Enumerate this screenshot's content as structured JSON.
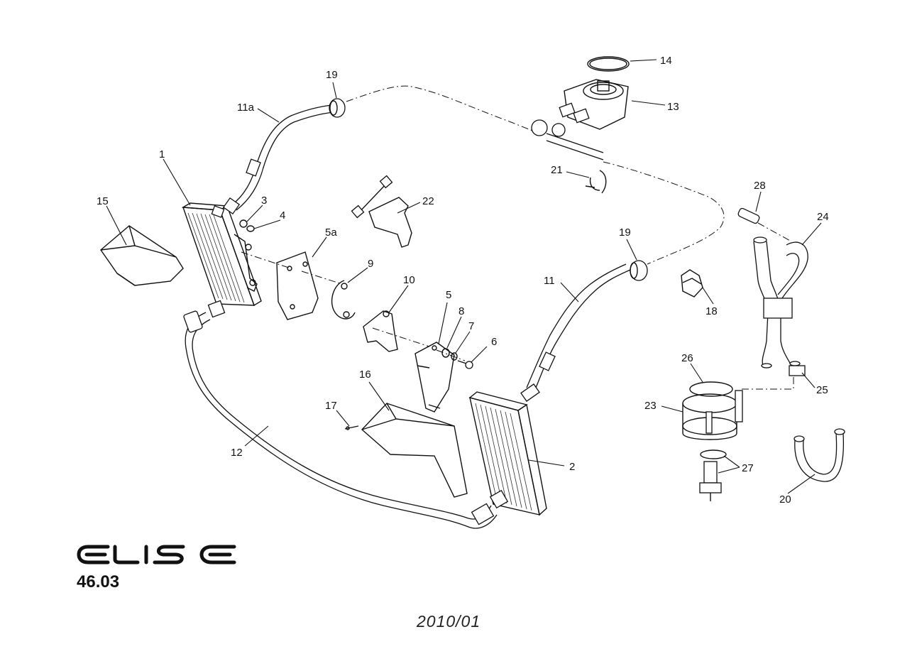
{
  "brand": "ELISE",
  "page_ref": "46.03",
  "date": "2010/01",
  "callouts": [
    "1",
    "2",
    "3",
    "4",
    "5",
    "5a",
    "6",
    "7",
    "8",
    "9",
    "10",
    "11",
    "11a",
    "12",
    "13",
    "14",
    "15",
    "16",
    "17",
    "18",
    "19",
    "19",
    "20",
    "21",
    "22",
    "23",
    "24",
    "25",
    "26",
    "27",
    "28"
  ]
}
